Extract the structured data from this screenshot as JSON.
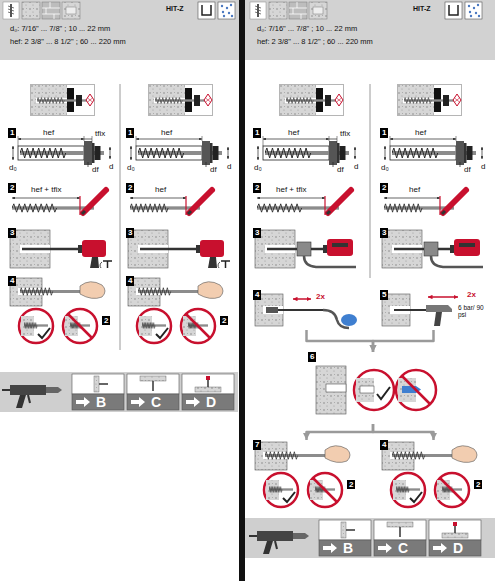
{
  "diagram": {
    "nodes": [
      {
        "text": [
          "1"
        ]
      },
      {
        "text": [
          "1"
        ]
      },
      {
        "text": [
          "2"
        ]
      },
      {
        "text": [
          "2"
        ]
      },
      {
        "text": [
          "3"
        ]
      },
      {
        "text": [
          "3"
        ]
      },
      {
        "text": [
          "4"
        ]
      },
      {
        "text": [
          "4"
        ]
      },
      {
        "text": [
          "B"
        ]
      },
      {
        "text": [
          "C"
        ]
      },
      {
        "text": [
          "D"
        ]
      },
      {
        "text": [
          "1"
        ]
      },
      {
        "text": [
          "1"
        ]
      },
      {
        "text": [
          "2"
        ]
      },
      {
        "text": [
          "2"
        ]
      },
      {
        "text": [
          "3"
        ]
      },
      {
        "text": [
          "3"
        ]
      },
      {
        "text": [
          "4"
        ]
      },
      {
        "text": [
          "5"
        ]
      },
      {
        "text": [
          "6"
        ]
      },
      {
        "text": [
          "7"
        ]
      },
      {
        "text": [
          "4"
        ]
      },
      {
        "text": [
          "B"
        ]
      },
      {
        "text": [
          "C"
        ]
      },
      {
        "text": [
          "D"
        ]
      }
    ],
    "edges": [
      {
        "from": 17,
        "to": 19,
        "arrow": "to"
      },
      {
        "from": 18,
        "to": 19,
        "arrow": "to"
      },
      {
        "from": 19,
        "to": 20,
        "arrow": "to"
      },
      {
        "from": 19,
        "to": 21,
        "arrow": "to"
      }
    ],
    "labels": [
      "HIT-Z",
      "d₀: 7/16\" ... 7/8\" ; 10 ... 22 mm",
      "hef: 2 3/8\" ... 8 1/2\" ; 60 ... 220 mm",
      "hef",
      "tfix",
      "d₀",
      "df",
      "d",
      "hef",
      "d₀",
      "df",
      "d",
      "hef + tfix",
      "hef",
      "2",
      "2",
      "HIT-Z",
      "d₀: 7/16\" ... 7/8\" ; 10 ... 22 mm",
      "hef: 2 3/8\" ... 8 1/2\" ; 60 ... 220 mm",
      "hef",
      "tfix",
      "d₀",
      "df",
      "d",
      "hef",
      "d₀",
      "df",
      "d",
      "hef + tfix",
      "hef",
      "2x",
      "2x",
      "6 bar/ 90 psi",
      "2",
      "2"
    ]
  }
}
